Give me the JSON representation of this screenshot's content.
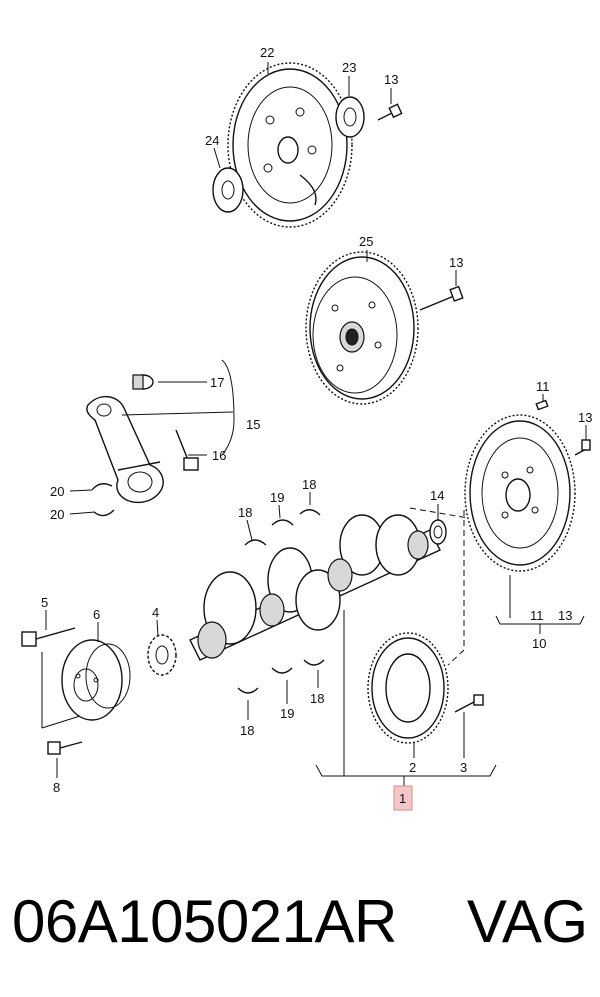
{
  "diagram": {
    "callouts": {
      "n22": "22",
      "n23": "23",
      "n13a": "13",
      "n24": "24",
      "n25": "25",
      "n13b": "13",
      "n17": "17",
      "n15": "15",
      "n16": "16",
      "n11a": "11",
      "n13c": "13",
      "n14": "14",
      "n20a": "20",
      "n20b": "20",
      "n18a": "18",
      "n19a": "19",
      "n18b": "18",
      "n11b": "11",
      "n13d": "13",
      "n10": "10",
      "n5": "5",
      "n6": "6",
      "n4": "4",
      "n18c": "18",
      "n19b": "19",
      "n18d": "18",
      "n8": "8",
      "n2": "2",
      "n3": "3",
      "n1": "1"
    },
    "highlight_color": "#f5c6c6"
  },
  "footer": {
    "part_number": "06A105021AR",
    "brand": "VAG"
  }
}
